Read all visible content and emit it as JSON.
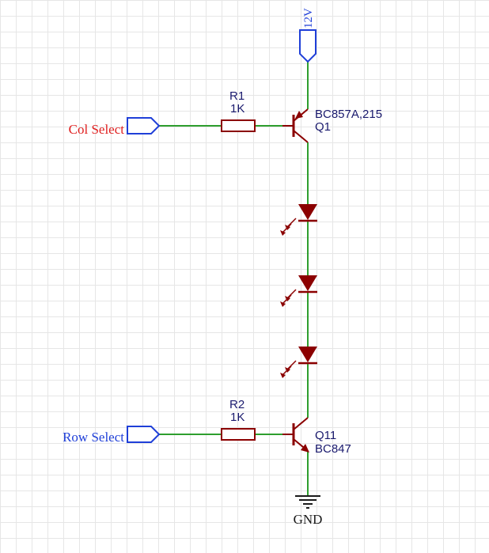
{
  "schematic": {
    "power_label": "12V",
    "ground_label": "GND",
    "col_port_label": "Col Select",
    "row_port_label": "Row Select",
    "r1": {
      "designator": "R1",
      "value": "1K"
    },
    "r2": {
      "designator": "R2",
      "value": "1K"
    },
    "q1": {
      "part": "BC857A,215",
      "designator": "Q1"
    },
    "q11": {
      "designator": "Q11",
      "part": "BC847"
    }
  },
  "colors": {
    "wire": "#2e9e2e",
    "component": "#8b0000",
    "port": "#1f3fd8",
    "col_label": "#e02020",
    "row_label": "#1f3fd8",
    "text": "#1a1a6e"
  },
  "icons": {
    "power": "power-port-arrow",
    "ground": "ground-symbol",
    "led": "led-diode",
    "resistor": "resistor",
    "pnp": "pnp-transistor",
    "npn": "npn-transistor"
  }
}
